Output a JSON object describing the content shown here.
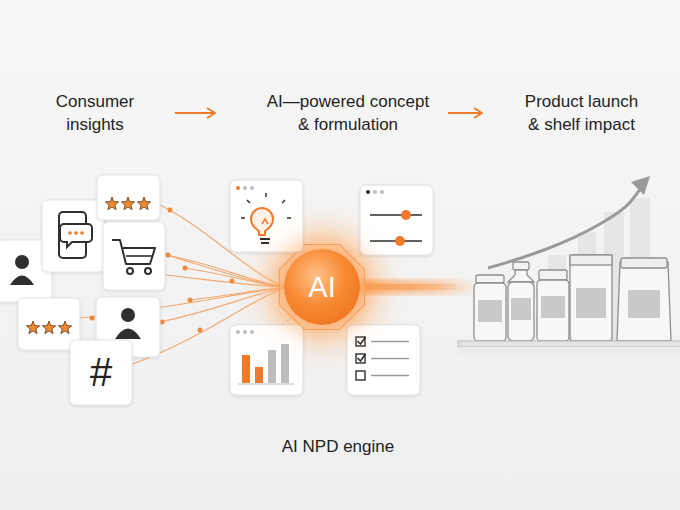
{
  "diagram": {
    "nodes": [
      {
        "text": [
          "Consumer insights"
        ]
      },
      {
        "text": [
          "AI—powered concept & formulation"
        ]
      },
      {
        "text": [
          "Product launch & shelf impact"
        ]
      },
      {
        "text": [
          "AI"
        ]
      }
    ],
    "edges": [
      {
        "from": 0,
        "to": 1,
        "arrow": "to"
      },
      {
        "from": 1,
        "to": 2,
        "arrow": "to"
      }
    ],
    "labels": [
      "#",
      "AI NPD engine"
    ]
  }
}
